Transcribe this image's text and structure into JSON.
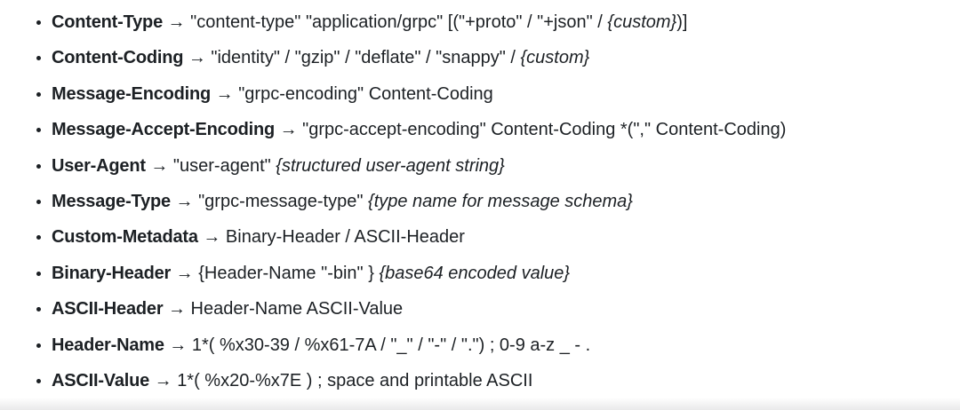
{
  "page": {
    "background": "#ffffff",
    "text_color": "#1c2024",
    "bottom_edge_color": "#e9e9ea"
  },
  "spec_list": {
    "items": [
      {
        "term": "Content-Type",
        "arrow": "→",
        "parts": [
          {
            "text": "\"content-type\" \"application/grpc\" [(\"+proto\" / \"+json\" / ",
            "style": "normal"
          },
          {
            "text": "{custom}",
            "style": "italic"
          },
          {
            "text": ")]",
            "style": "normal"
          }
        ]
      },
      {
        "term": "Content-Coding",
        "arrow": "→",
        "parts": [
          {
            "text": "\"identity\" / \"gzip\" / \"deflate\" / \"snappy\" / ",
            "style": "normal"
          },
          {
            "text": "{custom}",
            "style": "italic"
          }
        ]
      },
      {
        "term": "Message-Encoding",
        "arrow": "→",
        "parts": [
          {
            "text": "\"grpc-encoding\" Content-Coding",
            "style": "normal"
          }
        ]
      },
      {
        "term": "Message-Accept-Encoding",
        "arrow": "→",
        "parts": [
          {
            "text": "\"grpc-accept-encoding\" Content-Coding *(\",\" Content-Coding)",
            "style": "normal"
          }
        ]
      },
      {
        "term": "User-Agent",
        "arrow": "→",
        "parts": [
          {
            "text": "\"user-agent\" ",
            "style": "normal"
          },
          {
            "text": "{structured user-agent string}",
            "style": "italic"
          }
        ]
      },
      {
        "term": "Message-Type",
        "arrow": "→",
        "parts": [
          {
            "text": "\"grpc-message-type\" ",
            "style": "normal"
          },
          {
            "text": "{type name for message schema}",
            "style": "italic"
          }
        ]
      },
      {
        "term": "Custom-Metadata",
        "arrow": "→",
        "parts": [
          {
            "text": "Binary-Header / ASCII-Header",
            "style": "normal"
          }
        ]
      },
      {
        "term": "Binary-Header",
        "arrow": "→",
        "parts": [
          {
            "text": "{Header-Name \"-bin\" } ",
            "style": "normal"
          },
          {
            "text": "{base64 encoded value}",
            "style": "italic"
          }
        ]
      },
      {
        "term": "ASCII-Header",
        "arrow": "→",
        "parts": [
          {
            "text": "Header-Name ASCII-Value",
            "style": "normal"
          }
        ]
      },
      {
        "term": "Header-Name",
        "arrow": "→",
        "parts": [
          {
            "text": "1*( %x30-39 / %x61-7A / \"_\" / \"-\" / \".\") ; 0-9 a-z _ - .",
            "style": "normal"
          }
        ]
      },
      {
        "term": "ASCII-Value",
        "arrow": "→",
        "parts": [
          {
            "text": "1*( %x20-%x7E ) ; space and printable ASCII",
            "style": "normal"
          }
        ]
      }
    ]
  }
}
